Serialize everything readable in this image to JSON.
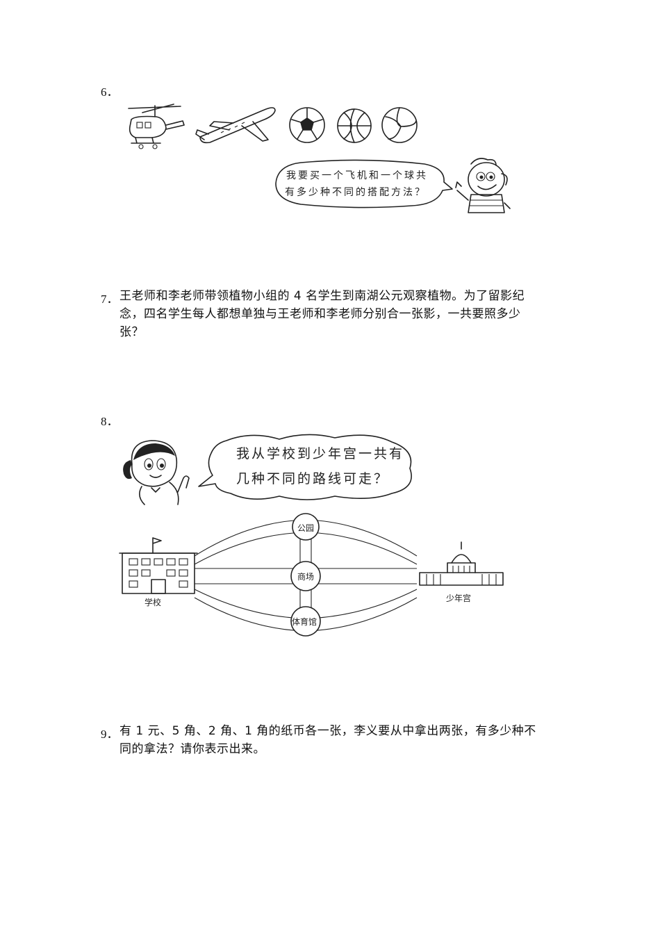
{
  "q6": {
    "number": "6．",
    "speech_line1": "我要买一个飞机和一个球共",
    "speech_line2": "有多少种不同的搭配方法？"
  },
  "q7": {
    "number": "7．",
    "line1": "王老师和李老师带领植物小组的 4 名学生到南湖公元观察植物。为了留影纪",
    "line2": "念，四名学生每人都想单独与王老师和李老师分别合一张影，一共要照多少",
    "line3": "张？"
  },
  "q8": {
    "number": "8．",
    "speech_line1": "我从学校到少年宫一共有",
    "speech_line2": "几种不同的路线可走？",
    "labels": {
      "school": "学校",
      "youth_palace": "少年宫",
      "park": "公园",
      "mall": "商场",
      "gym": "体育馆"
    }
  },
  "q9": {
    "number": "9．",
    "line1": "有 1 元、5 角、2 角、1 角的纸币各一张，李义要从中拿出两张，有多少种不",
    "line2": "同的拿法？请你表示出来。"
  }
}
